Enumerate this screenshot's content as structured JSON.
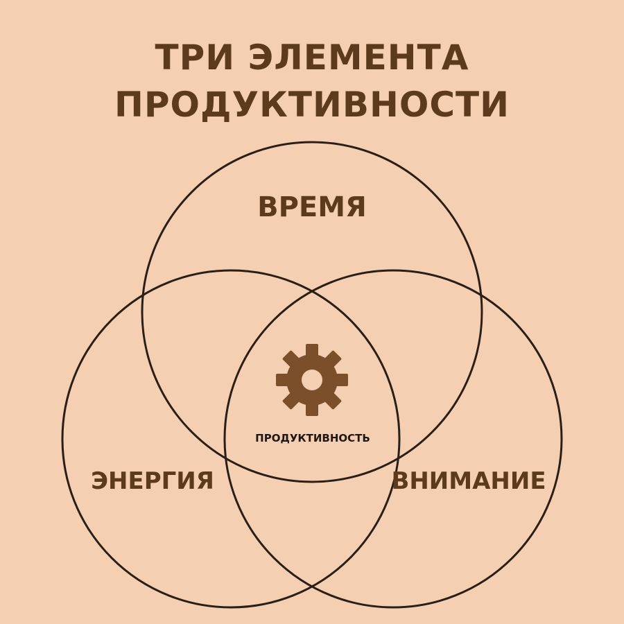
{
  "title": {
    "line1": "ТРИ ЭЛЕМЕНТА",
    "line2": "ПРОДУКТИВНОСТИ"
  },
  "circles": {
    "top": "ВРЕМЯ",
    "left": "ЭНЕРГИЯ",
    "right": "ВНИМАНИЕ"
  },
  "center": {
    "label": "ПРОДУКТИВНОСТЬ",
    "icon": "gear-icon"
  },
  "colors": {
    "background": "#f5cfb2",
    "text": "#5b3a1d",
    "stroke": "#2a1e15",
    "icon": "#7a4f2a"
  }
}
